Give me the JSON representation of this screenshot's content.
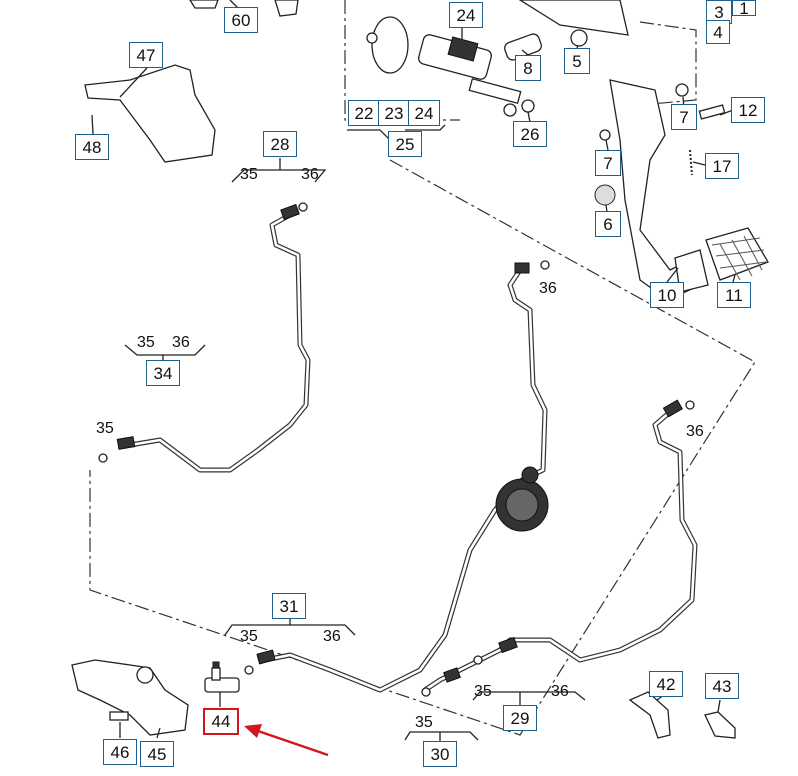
{
  "diagram": {
    "callouts": [
      {
        "id": "c60",
        "label": "60"
      },
      {
        "id": "c24top",
        "label": "24"
      },
      {
        "id": "c8",
        "label": "8"
      },
      {
        "id": "c5",
        "label": "5"
      },
      {
        "id": "c3",
        "label": "3"
      },
      {
        "id": "c4",
        "label": "4"
      },
      {
        "id": "c1",
        "label": "1"
      },
      {
        "id": "c47",
        "label": "47"
      },
      {
        "id": "c48",
        "label": "48"
      },
      {
        "id": "c22",
        "label": "22"
      },
      {
        "id": "c23",
        "label": "23"
      },
      {
        "id": "c24mid",
        "label": "24"
      },
      {
        "id": "c25",
        "label": "25"
      },
      {
        "id": "c26",
        "label": "26"
      },
      {
        "id": "c7a",
        "label": "7"
      },
      {
        "id": "c12",
        "label": "12"
      },
      {
        "id": "c7b",
        "label": "7"
      },
      {
        "id": "c17",
        "label": "17"
      },
      {
        "id": "c6",
        "label": "6"
      },
      {
        "id": "c28",
        "label": "28"
      },
      {
        "id": "c10",
        "label": "10"
      },
      {
        "id": "c11",
        "label": "11"
      },
      {
        "id": "c34",
        "label": "34"
      },
      {
        "id": "c31",
        "label": "31"
      },
      {
        "id": "c42",
        "label": "42"
      },
      {
        "id": "c43",
        "label": "43"
      },
      {
        "id": "c44",
        "label": "44",
        "highlight": true
      },
      {
        "id": "c29",
        "label": "29"
      },
      {
        "id": "c30",
        "label": "30"
      },
      {
        "id": "c46",
        "label": "46"
      },
      {
        "id": "c45",
        "label": "45"
      }
    ],
    "plain_labels": [
      {
        "id": "p35a",
        "label": "35"
      },
      {
        "id": "p36a",
        "label": "36"
      },
      {
        "id": "p36b",
        "label": "36"
      },
      {
        "id": "p35b",
        "label": "35"
      },
      {
        "id": "p36c",
        "label": "36"
      },
      {
        "id": "p35c",
        "label": "35"
      },
      {
        "id": "p36d",
        "label": "36"
      },
      {
        "id": "p35d",
        "label": "35"
      },
      {
        "id": "p36e",
        "label": "36"
      },
      {
        "id": "p35e",
        "label": "35"
      },
      {
        "id": "p36f",
        "label": "36"
      },
      {
        "id": "p35f",
        "label": "35"
      }
    ],
    "colors": {
      "callout_border": "#1f5f8b",
      "highlight": "#d4161c",
      "line": "#222222"
    }
  }
}
